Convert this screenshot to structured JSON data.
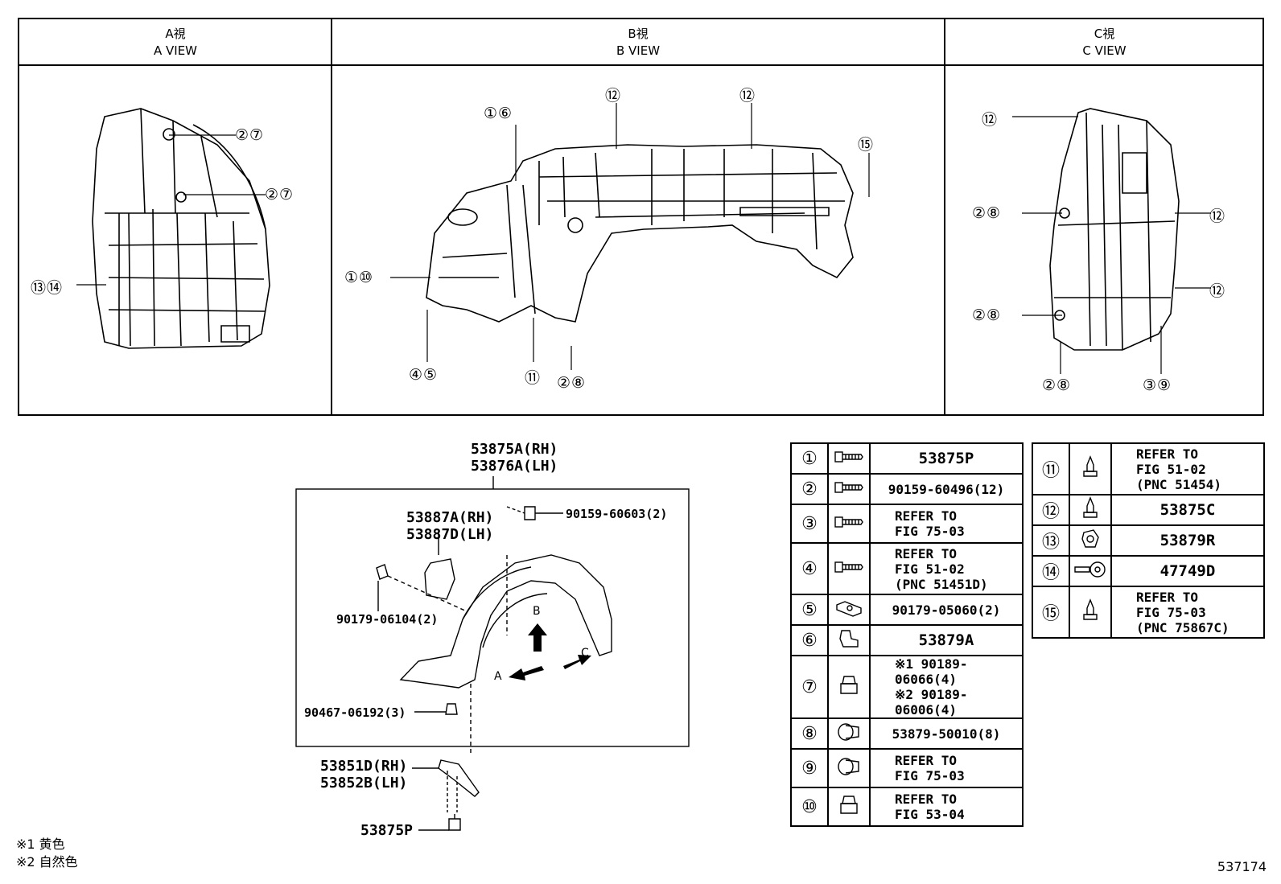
{
  "views": {
    "a": {
      "jp": "A視",
      "en": "A VIEW"
    },
    "b": {
      "jp": "B視",
      "en": "B VIEW"
    },
    "c": {
      "jp": "C視",
      "en": "C VIEW"
    }
  },
  "a_callouts": [
    "②⑦",
    "②⑦",
    "⑬⑭"
  ],
  "b_callouts": [
    "①⑥",
    "⑫",
    "⑫",
    "⑮",
    "①⑩",
    "④⑤",
    "⑪",
    "②⑧"
  ],
  "c_callouts": [
    "⑫",
    "②⑧",
    "⑫",
    "⑫",
    "②⑧",
    "②⑧",
    "③⑨"
  ],
  "exploded": {
    "main_rh": "53875A(RH)",
    "main_lh": "53876A(LH)",
    "bracket_rh": "53887A(RH)",
    "bracket_lh": "53887D(LH)",
    "screw_top": "90159-60603(2)",
    "clip_left": "90179-06104(2)",
    "nut_bottom": "90467-06192(3)",
    "lower_rh": "53851D(RH)",
    "lower_lh": "53852B(LH)",
    "bolt": "53875P",
    "arrow_a": "A",
    "arrow_b": "B",
    "arrow_c": "C"
  },
  "legend_left": [
    {
      "num": "①",
      "icon": "screw-icon",
      "text": "53875P"
    },
    {
      "num": "②",
      "icon": "screw-icon",
      "text": "90159-60496(12)"
    },
    {
      "num": "③",
      "icon": "screw-icon",
      "text": "REFER TO\nFIG 75-03"
    },
    {
      "num": "④",
      "icon": "screw-icon",
      "text": "REFER TO\nFIG 51-02\n(PNC 51451D)"
    },
    {
      "num": "⑤",
      "icon": "clip-nut-icon",
      "text": "90179-05060(2)"
    },
    {
      "num": "⑥",
      "icon": "clip-icon",
      "text": "53879A"
    },
    {
      "num": "⑦",
      "icon": "nut-icon",
      "text": "※1 90189-06066(4)\n※2 90189-06006(4)"
    },
    {
      "num": "⑧",
      "icon": "grommet-icon",
      "text": "53879-50010(8)"
    },
    {
      "num": "⑨",
      "icon": "grommet-icon",
      "text": "REFER TO\nFIG 75-03"
    },
    {
      "num": "⑩",
      "icon": "nut-icon",
      "text": "REFER TO\nFIG 53-04"
    }
  ],
  "legend_right": [
    {
      "num": "⑪",
      "icon": "push-clip-icon",
      "text": "REFER TO\nFIG 51-02\n(PNC 51454)"
    },
    {
      "num": "⑫",
      "icon": "push-clip-icon",
      "text": "53875C"
    },
    {
      "num": "⑬",
      "icon": "retainer-icon",
      "text": "53879R"
    },
    {
      "num": "⑭",
      "icon": "rivet-icon",
      "text": "47749D"
    },
    {
      "num": "⑮",
      "icon": "push-clip-icon",
      "text": "REFER TO\nFIG 75-03\n(PNC 75867C)"
    }
  ],
  "notes": [
    "※1 黄色",
    "※2 自然色"
  ],
  "figure_code": "537174"
}
